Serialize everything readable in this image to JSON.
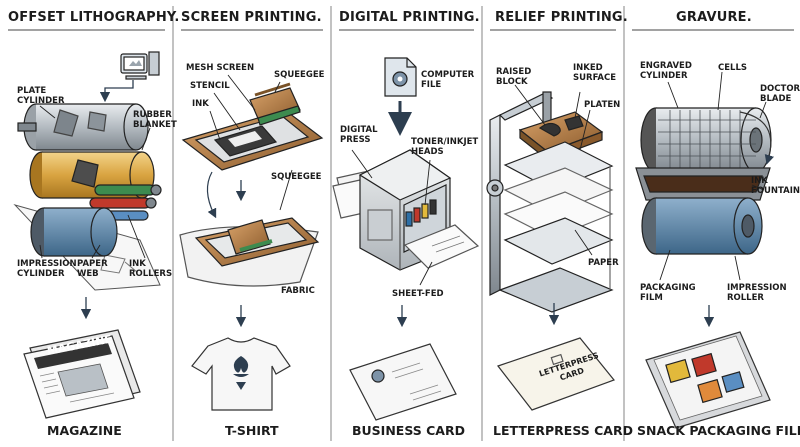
{
  "panels": [
    {
      "title": "OFFSET LITHOGRAPHY.",
      "output": "MAGAZINE",
      "callouts": {
        "plate": "PLATE\nCYLINDER",
        "blanket": "RUBBER\nBLANKET",
        "impression": "IMPRESSION\nCYLINDER",
        "web": "PAPER\nWEB",
        "rollers": "INK\nROLLERS"
      },
      "product_text": "MAGAZINE",
      "computer_icon": "computer-icon"
    },
    {
      "title": "SCREEN PRINTING.",
      "output": "T-SHIRT",
      "callouts": {
        "mesh": "MESH SCREEN",
        "stencil": "STENCIL",
        "ink": "INK",
        "squeegee1": "SQUEEGEE",
        "squeegee2": "SQUEEGEE",
        "fabric": "FABRIC"
      }
    },
    {
      "title": "DIGITAL PRINTING.",
      "output": "BUSINESS CARD",
      "callouts": {
        "file": "COMPUTER\nFILE",
        "press": "DIGITAL\nPRESS",
        "heads": "TONER/INKJET\nHEADS",
        "sheetfed": "SHEET-FED"
      },
      "file_icon": "gear-file-icon"
    },
    {
      "title": "RELIEF PRINTING.",
      "output": "LETTERPRESS CARD",
      "callouts": {
        "block": "RAISED\nBLOCK",
        "surface": "INKED\nSURFACE",
        "platen": "PLATEN",
        "paper": "PAPER"
      },
      "product_text": "LETTERPRESS\nCARD"
    },
    {
      "title": "GRAVURE.",
      "output": "SNACK PACKAGING FILM",
      "callouts": {
        "engraved": "ENGRAVED\nCYLINDER",
        "cells": "CELLS",
        "doctor": "DOCTOR\nBLADE",
        "fountain": "INK\nFOUNTAIN",
        "film": "PACKAGING\nFILM",
        "roller": "IMPRESSION\nROLLER"
      }
    }
  ],
  "colors": {
    "ink_line": "#222222",
    "steel": "#b9c0c6",
    "brass": "#d9a441",
    "red": "#c0392b",
    "green": "#3d8b4f",
    "wood": "#b07a45",
    "divider": "#9a9a9a"
  }
}
